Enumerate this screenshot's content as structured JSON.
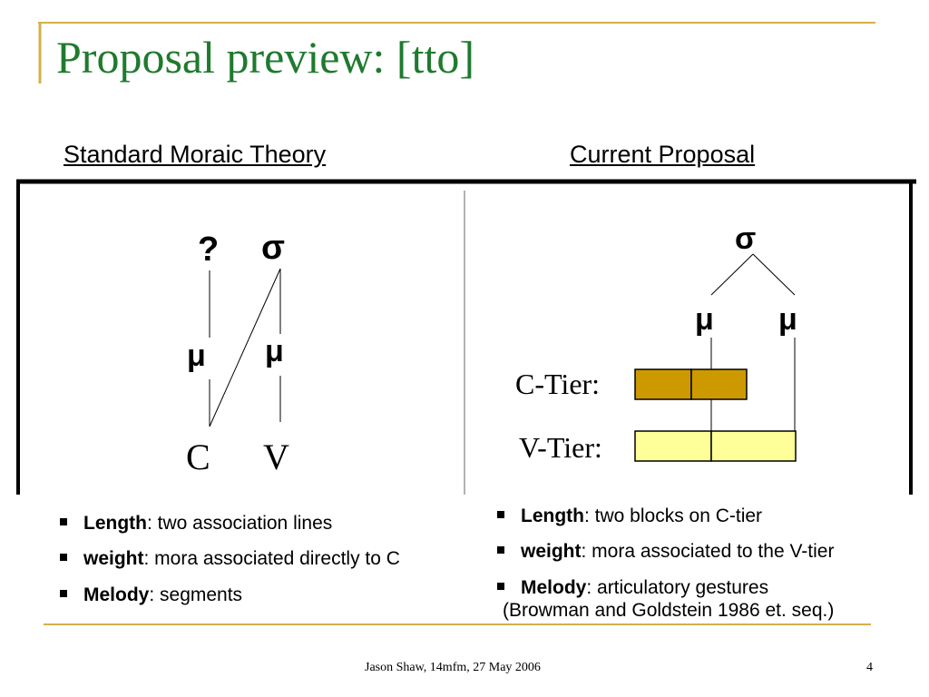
{
  "slide": {
    "title": "Proposal preview: [tto]",
    "page_number": "4",
    "footer": "Jason Shaw, 14mfm, 27 May 2006"
  },
  "colors": {
    "title": "#1f7a2e",
    "decor_gold": "#d4b04a",
    "c_tier_fill": "#cc9a00",
    "v_tier_fill": "#ffff99"
  },
  "left": {
    "heading": "Standard Moraic Theory",
    "question": "?",
    "sigma": "σ",
    "mu_left": "μ",
    "mu_right": "μ",
    "consonant": "C",
    "vowel": "V",
    "bullets": [
      {
        "bold": "Length",
        "rest": ": two association lines"
      },
      {
        "bold": "weight",
        "rest": ": mora associated directly to C"
      },
      {
        "bold": "Melody",
        "rest": ": segments"
      }
    ]
  },
  "right": {
    "heading": "Current Proposal",
    "sigma": "σ",
    "mu_left": "μ",
    "mu_right": "μ",
    "c_tier_label": "C-Tier:",
    "v_tier_label": "V-Tier:",
    "bullets": [
      {
        "bold": "Length",
        "rest": ": two blocks on C-tier"
      },
      {
        "bold": "weight",
        "rest": ": mora associated to the V-tier"
      },
      {
        "bold": "Melody",
        "rest": ": articulatory gestures"
      }
    ],
    "citation": "(Browman and Goldstein 1986 et. seq.)"
  }
}
